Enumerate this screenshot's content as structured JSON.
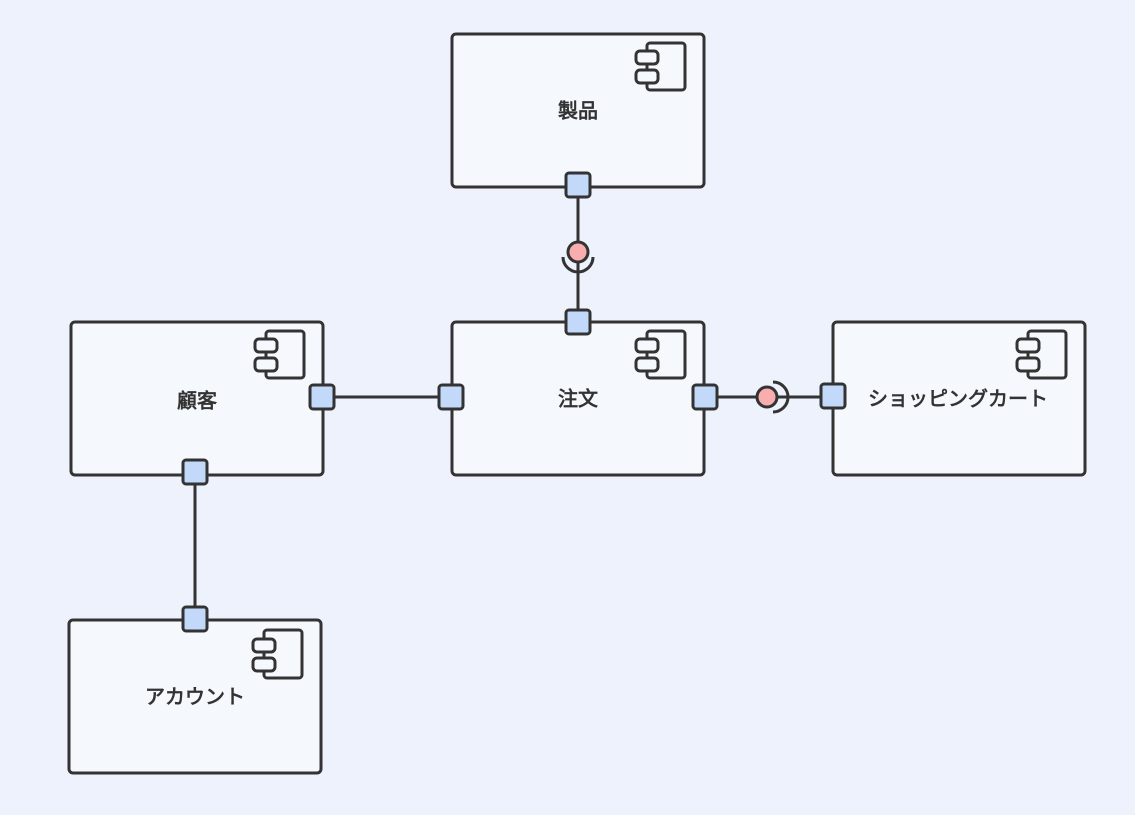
{
  "diagram": {
    "type": "uml-component",
    "colors": {
      "background": "#eef2fd",
      "component_fill": "#f5f9fe",
      "stroke": "#333333",
      "port_fill": "#c2d9fa",
      "interface_fill": "#f8aeae"
    },
    "components": [
      {
        "id": "product",
        "label": "製品"
      },
      {
        "id": "order",
        "label": "注文"
      },
      {
        "id": "customer",
        "label": "顧客"
      },
      {
        "id": "cart",
        "label": "ショッピングカート"
      },
      {
        "id": "account",
        "label": "アカウント"
      }
    ],
    "connections": [
      {
        "from": "product",
        "to": "order",
        "kind": "interface"
      },
      {
        "from": "customer",
        "to": "order",
        "kind": "assembly"
      },
      {
        "from": "order",
        "to": "cart",
        "kind": "interface"
      },
      {
        "from": "customer",
        "to": "account",
        "kind": "assembly"
      }
    ]
  }
}
